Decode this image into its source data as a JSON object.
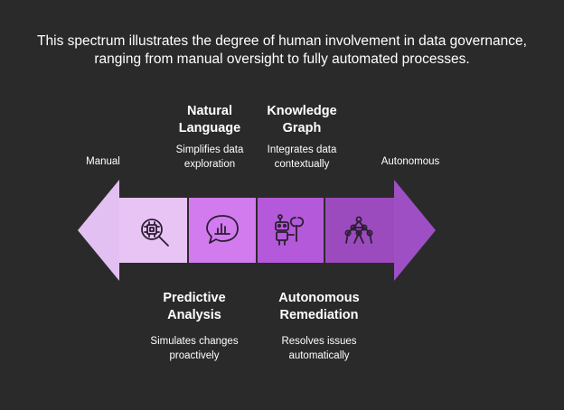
{
  "intro": {
    "line1": "This spectrum illustrates the degree of human involvement in data governance,",
    "line2": "ranging from manual oversight to fully automated processes."
  },
  "ends": {
    "left": "Manual",
    "right": "Autonomous"
  },
  "stages": [
    {
      "title_line1": "Predictive",
      "title_line2": "Analysis",
      "desc_line1": "Simulates changes",
      "desc_line2": "proactively",
      "icon": "chip-search-icon",
      "color": "#e8c4f5"
    },
    {
      "title_line1": "Natural",
      "title_line2": "Language",
      "desc_line1": "Simplifies data",
      "desc_line2": "exploration",
      "icon": "chat-chart-icon",
      "color": "#d17bef"
    },
    {
      "title_line1": "Knowledge",
      "title_line2": "Graph",
      "desc_line1": "Integrates data",
      "desc_line2": "contextually",
      "icon": "robot-wrench-icon",
      "color": "#b459d9"
    },
    {
      "title_line1": "Autonomous",
      "title_line2": "Remediation",
      "desc_line1": "Resolves issues",
      "desc_line2": "automatically",
      "icon": "network-icon",
      "color": "#9b4bbd"
    }
  ],
  "colors": {
    "background": "#2b2a2a",
    "left_arrow": "#e3c0f2",
    "right_arrow": "#9e4fc4",
    "icon_stroke": "#2b1d33"
  }
}
